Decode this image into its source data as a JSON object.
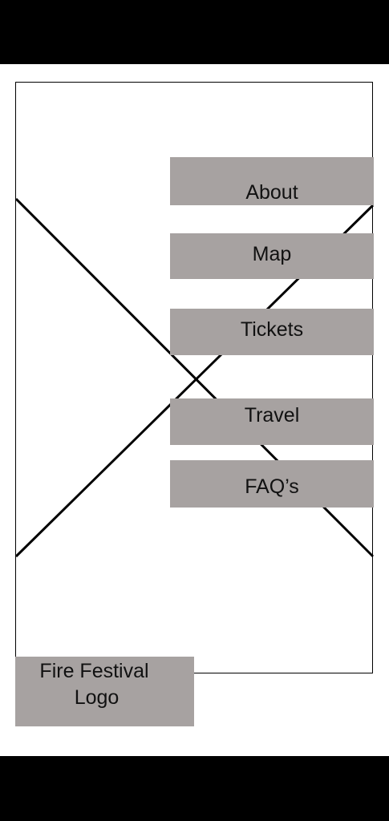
{
  "nav": {
    "items": [
      {
        "label": "About"
      },
      {
        "label": "Map"
      },
      {
        "label": "Tickets"
      },
      {
        "label": "Travel"
      },
      {
        "label": "FAQ’s"
      }
    ]
  },
  "logo": {
    "line1": "Fire Festival",
    "line2": "Logo"
  },
  "colors": {
    "button_fill": "#a7a2a1",
    "system_bars": "#000000",
    "frame_border": "#000000"
  }
}
